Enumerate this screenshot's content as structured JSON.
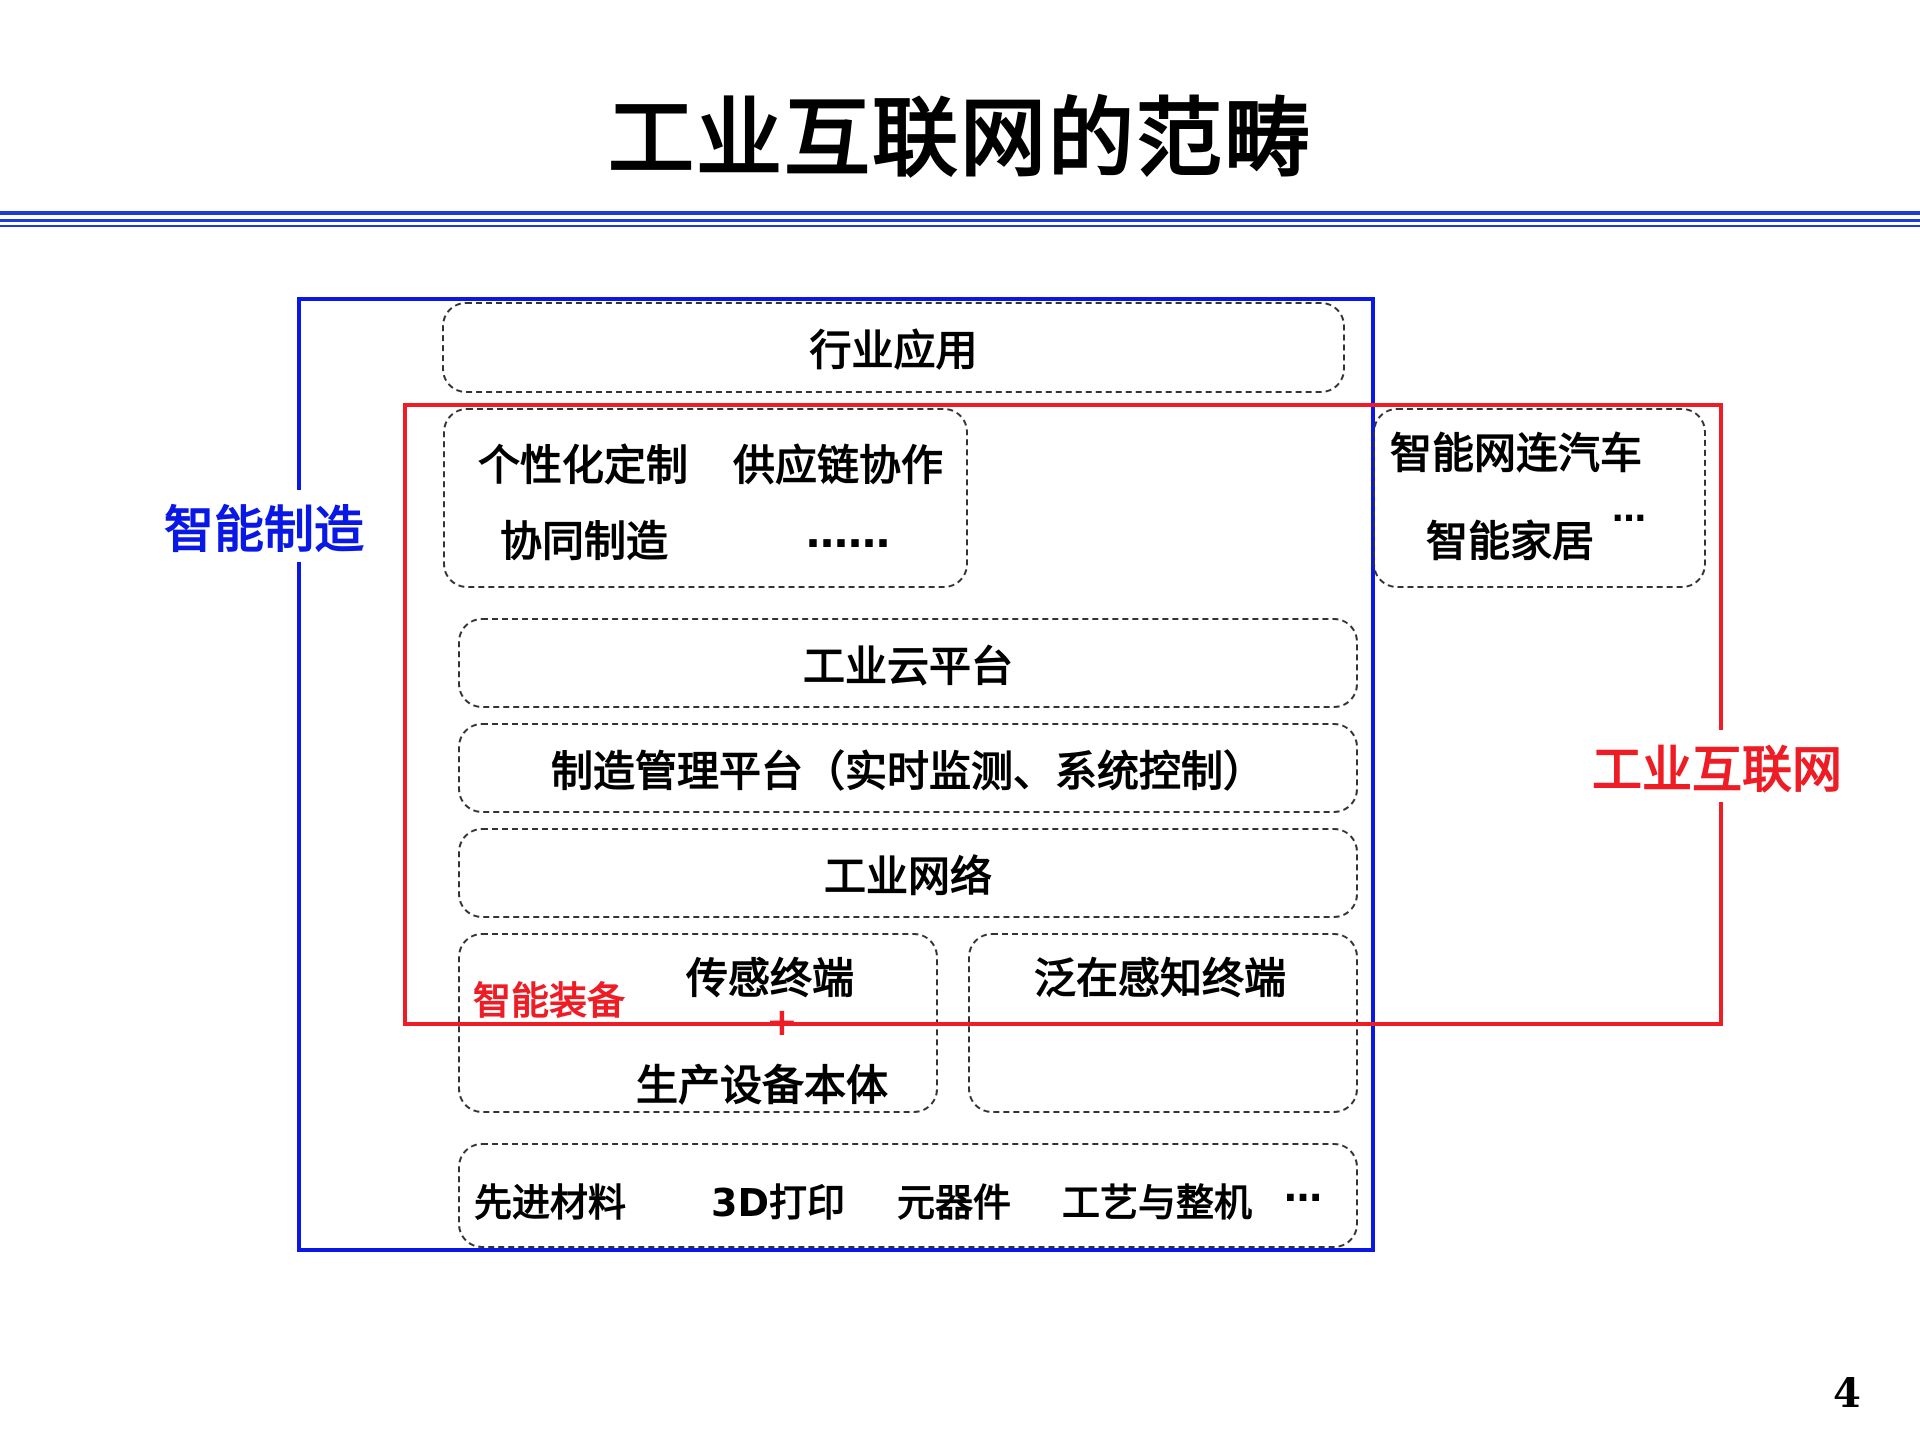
{
  "title": "工业互联网的范畴",
  "page_number": "4",
  "colors": {
    "smart_manufacturing": "#0a18e6",
    "industrial_internet": "#ee1c24",
    "rule": "#1f3bd6"
  },
  "outer_labels": {
    "smart_manufacturing": "智能制造",
    "industrial_internet": "工业互联网"
  },
  "layers": {
    "industry_application": "行业应用",
    "applications": {
      "customization": "个性化定制",
      "supply_chain": "供应链协作",
      "collaborative": "协同制造",
      "ellipsis": "……"
    },
    "external": {
      "connected_car": "智能网连汽车",
      "smart_home": "智能家居",
      "ellipsis": "…"
    },
    "cloud_platform": "工业云平台",
    "mfg_platform": "制造管理平台（实时监测、系统控制）",
    "industrial_network": "工业网络",
    "equipment": {
      "smart_equipment": "智能装备",
      "sensor_terminal": "传感终端",
      "plus": "+",
      "production_equipment": "生产设备本体"
    },
    "ubiquitous_terminal": "泛在感知终端",
    "foundation": {
      "materials": "先进材料",
      "printing": "3D打印",
      "components": "元器件",
      "process": "工艺与整机",
      "ellipsis": "…"
    }
  }
}
